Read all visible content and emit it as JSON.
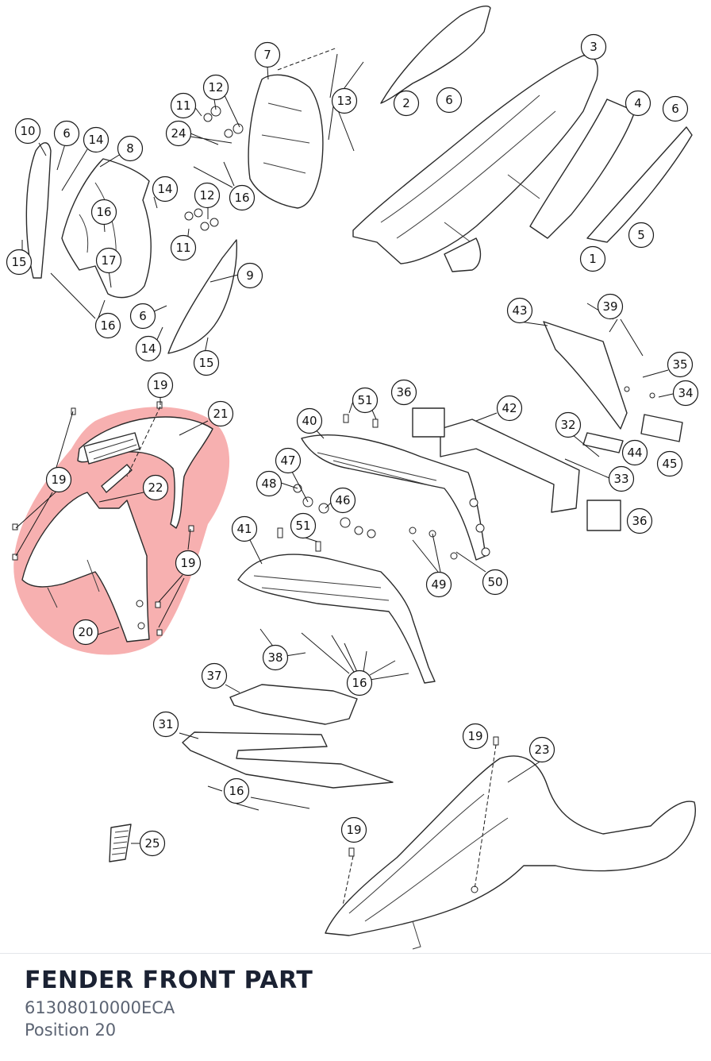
{
  "part": {
    "title": "FENDER FRONT PART",
    "number": "61308010000ECA",
    "position_label": "Position 20"
  },
  "diagram": {
    "highlight_color": "#f59a9a",
    "callouts": [
      {
        "id": "c10",
        "label": "10"
      },
      {
        "id": "c6a",
        "label": "6"
      },
      {
        "id": "c14a",
        "label": "14"
      },
      {
        "id": "c8",
        "label": "8"
      },
      {
        "id": "c14b",
        "label": "14"
      },
      {
        "id": "c16a",
        "label": "16"
      },
      {
        "id": "c15a",
        "label": "15"
      },
      {
        "id": "c17",
        "label": "17"
      },
      {
        "id": "c16b",
        "label": "16"
      },
      {
        "id": "c7",
        "label": "7"
      },
      {
        "id": "c11a",
        "label": "11"
      },
      {
        "id": "c12a",
        "label": "12"
      },
      {
        "id": "c24",
        "label": "24"
      },
      {
        "id": "c16c",
        "label": "16"
      },
      {
        "id": "c12b",
        "label": "12"
      },
      {
        "id": "c11b",
        "label": "11"
      },
      {
        "id": "c13",
        "label": "13"
      },
      {
        "id": "c9",
        "label": "9"
      },
      {
        "id": "c6b",
        "label": "6"
      },
      {
        "id": "c14c",
        "label": "14"
      },
      {
        "id": "c15b",
        "label": "15"
      },
      {
        "id": "c2",
        "label": "2"
      },
      {
        "id": "c6c",
        "label": "6"
      },
      {
        "id": "c3",
        "label": "3"
      },
      {
        "id": "c4",
        "label": "4"
      },
      {
        "id": "c6d",
        "label": "6"
      },
      {
        "id": "c5",
        "label": "5"
      },
      {
        "id": "c1",
        "label": "1"
      },
      {
        "id": "c43",
        "label": "43"
      },
      {
        "id": "c39",
        "label": "39"
      },
      {
        "id": "c35",
        "label": "35"
      },
      {
        "id": "c34",
        "label": "34"
      },
      {
        "id": "c32",
        "label": "32"
      },
      {
        "id": "c44",
        "label": "44"
      },
      {
        "id": "c45",
        "label": "45"
      },
      {
        "id": "c33",
        "label": "33"
      },
      {
        "id": "c36a",
        "label": "36"
      },
      {
        "id": "c42",
        "label": "42"
      },
      {
        "id": "c36b",
        "label": "36"
      },
      {
        "id": "c51a",
        "label": "51"
      },
      {
        "id": "c40",
        "label": "40"
      },
      {
        "id": "c47",
        "label": "47"
      },
      {
        "id": "c48",
        "label": "48"
      },
      {
        "id": "c46",
        "label": "46"
      },
      {
        "id": "c41",
        "label": "41"
      },
      {
        "id": "c51b",
        "label": "51"
      },
      {
        "id": "c49",
        "label": "49"
      },
      {
        "id": "c50",
        "label": "50"
      },
      {
        "id": "c38",
        "label": "38"
      },
      {
        "id": "c16d",
        "label": "16"
      },
      {
        "id": "c19a",
        "label": "19"
      },
      {
        "id": "c21",
        "label": "21"
      },
      {
        "id": "c19b",
        "label": "19"
      },
      {
        "id": "c22",
        "label": "22"
      },
      {
        "id": "c19c",
        "label": "19"
      },
      {
        "id": "c20",
        "label": "20"
      },
      {
        "id": "c37",
        "label": "37"
      },
      {
        "id": "c31",
        "label": "31"
      },
      {
        "id": "c16e",
        "label": "16"
      },
      {
        "id": "c25",
        "label": "25"
      },
      {
        "id": "c19d",
        "label": "19"
      },
      {
        "id": "c23",
        "label": "23"
      },
      {
        "id": "c19e",
        "label": "19"
      }
    ]
  }
}
